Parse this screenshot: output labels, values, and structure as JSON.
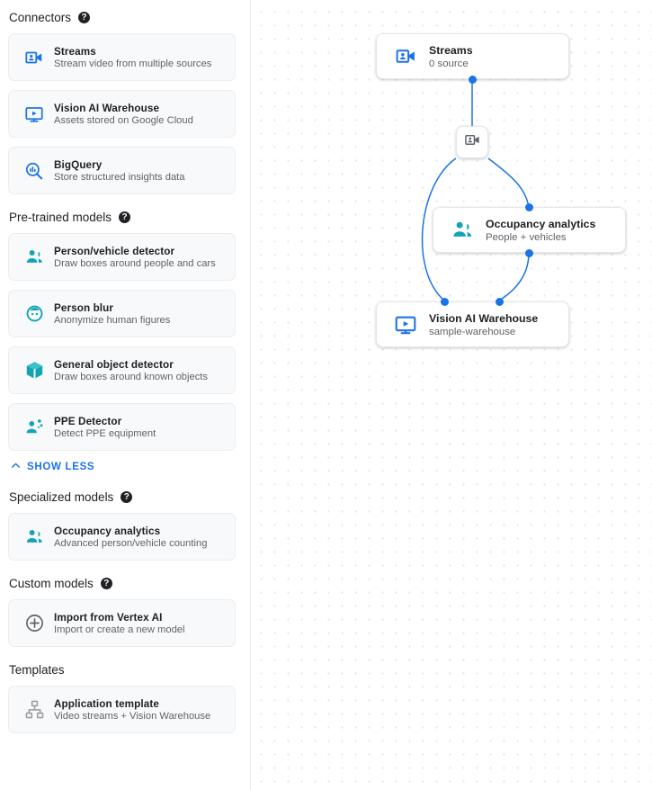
{
  "sidebar": {
    "sections": [
      {
        "title": "Connectors",
        "help": "?",
        "has_help": true,
        "items": [
          {
            "title": "Streams",
            "sub": "Stream video from multiple sources",
            "icon": "video-camera-icon",
            "color": "#1a73e8"
          },
          {
            "title": "Vision AI Warehouse",
            "sub": "Assets stored on Google Cloud",
            "icon": "media-player-icon",
            "color": "#1a73e8"
          },
          {
            "title": "BigQuery",
            "sub": "Store structured insights data",
            "icon": "bigquery-icon",
            "color": "#1a73e8"
          }
        ]
      },
      {
        "title": "Pre-trained models",
        "help": "?",
        "has_help": true,
        "items": [
          {
            "title": "Person/vehicle detector",
            "sub": "Draw boxes around people and cars",
            "icon": "people-icon",
            "color": "#12a4b5"
          },
          {
            "title": "Person blur",
            "sub": "Anonymize human figures",
            "icon": "face-blur-icon",
            "color": "#12a4b5"
          },
          {
            "title": "General object detector",
            "sub": "Draw boxes around known objects",
            "icon": "cube-icon",
            "color": "#12a4b5"
          },
          {
            "title": "PPE Detector",
            "sub": "Detect PPE equipment",
            "icon": "ppe-person-icon",
            "color": "#12a4b5"
          }
        ]
      },
      {
        "title": "Specialized models",
        "help": "?",
        "has_help": true,
        "items": [
          {
            "title": "Occupancy analytics",
            "sub": "Advanced person/vehicle counting",
            "icon": "people-icon",
            "color": "#12a4b5"
          }
        ]
      },
      {
        "title": "Custom models",
        "help": "?",
        "has_help": true,
        "items": [
          {
            "title": "Import from Vertex AI",
            "sub": "Import or create a new model",
            "icon": "plus-circle-icon",
            "color": "#5f6368"
          }
        ]
      },
      {
        "title": "Templates",
        "help": "",
        "has_help": false,
        "items": [
          {
            "title": "Application template",
            "sub": "Video streams + Vision Warehouse",
            "icon": "account-tree-icon",
            "color": "#9aa0a6"
          }
        ]
      }
    ],
    "show_less": {
      "label": "SHOW LESS",
      "icon": "chevron-up-icon"
    }
  },
  "canvas": {
    "nodes": [
      {
        "id": "streams",
        "title": "Streams",
        "sub": "0 source",
        "icon": "video-camera-icon",
        "color": "#1a73e8"
      },
      {
        "id": "occupancy",
        "title": "Occupancy analytics",
        "sub": "People + vehicles",
        "icon": "people-icon",
        "color": "#12a4b5"
      },
      {
        "id": "warehouse",
        "title": "Vision AI Warehouse",
        "sub": "sample-warehouse",
        "icon": "media-player-icon",
        "color": "#1a73e8"
      }
    ],
    "mini_node": {
      "id": "stream-mini",
      "icon": "video-camera-icon",
      "color": "#5f6368"
    },
    "edge_color": "#1a73e8",
    "port_color": "#1a73e8"
  }
}
